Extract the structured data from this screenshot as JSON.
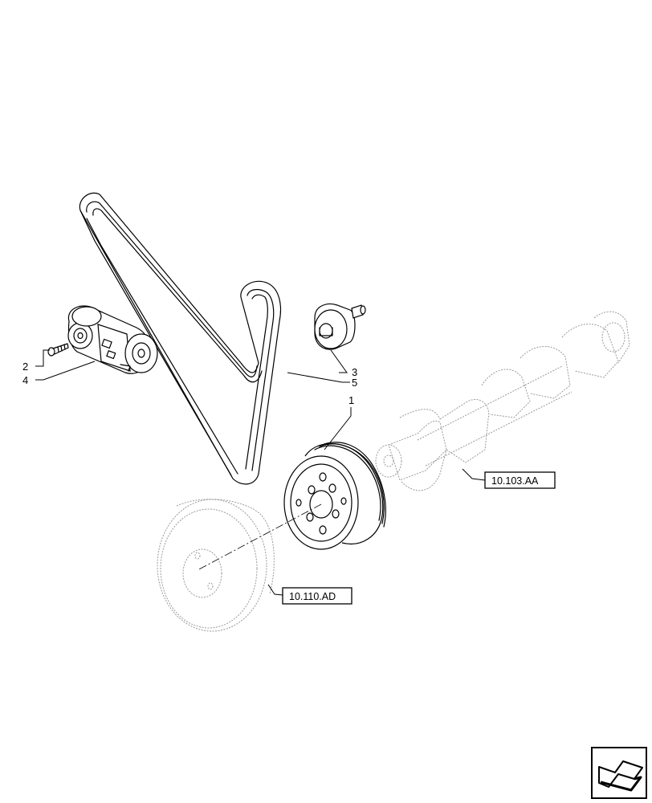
{
  "callouts": {
    "c1": "1",
    "c2": "2",
    "c3": "3",
    "c4": "4",
    "c5": "5"
  },
  "references": {
    "crankshaft": "10.103.AA",
    "damper": "10.110.AD"
  },
  "icons": {
    "navigation": "page-back-arrow-icon"
  }
}
